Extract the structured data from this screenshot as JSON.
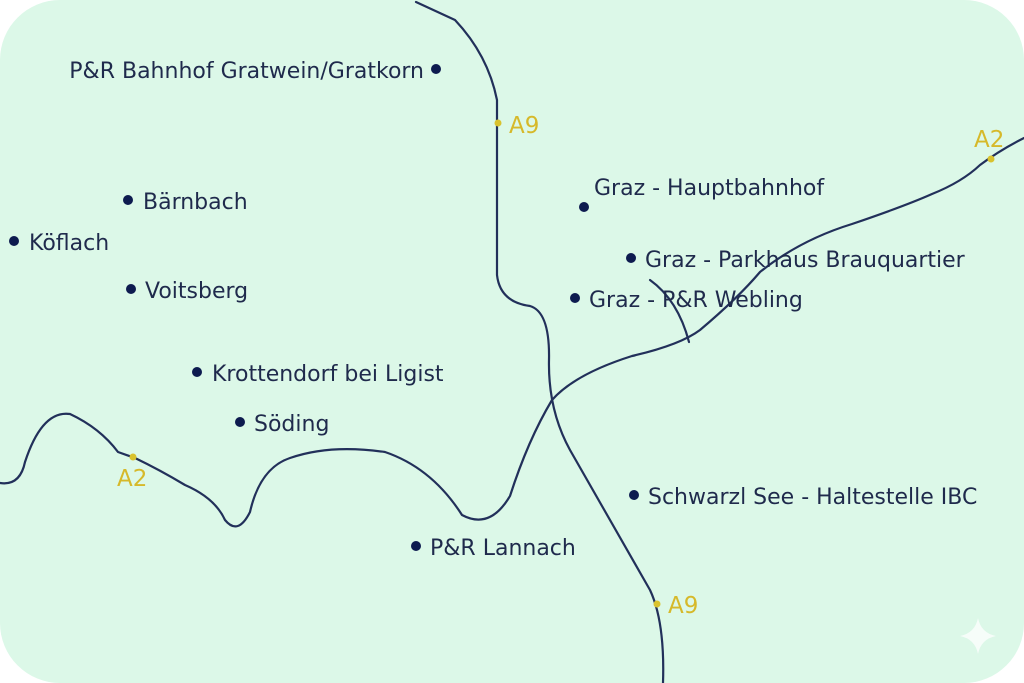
{
  "map": {
    "colors": {
      "background": "#dcf8e8",
      "road": "#22305a",
      "poi": "#0d1b4f",
      "highway": "#d6b92a"
    },
    "highways": [
      {
        "label": "A9"
      },
      {
        "label": "A9"
      },
      {
        "label": "A2"
      },
      {
        "label": "A2"
      }
    ],
    "places": [
      {
        "label": "P&R Bahnhof Gratwein/Gratkorn"
      },
      {
        "label": "Bärnbach"
      },
      {
        "label": "Köflach"
      },
      {
        "label": "Voitsberg"
      },
      {
        "label": "Krottendorf bei Ligist"
      },
      {
        "label": "Söding"
      },
      {
        "label": "Graz - Hauptbahnhof"
      },
      {
        "label": "Graz - Parkhaus Brauquartier"
      },
      {
        "label": "Graz - P&R Webling"
      },
      {
        "label": "Schwarzl See - Haltestelle IBC"
      },
      {
        "label": "P&R Lannach"
      }
    ],
    "watermark_icon": "sparkle-icon"
  }
}
